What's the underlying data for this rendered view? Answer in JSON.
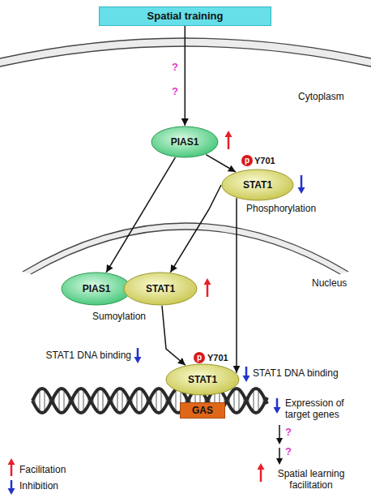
{
  "diagram": {
    "nodes": [
      {
        "text": [
          "Spatial training"
        ]
      },
      {
        "text": [
          "PIAS1"
        ]
      },
      {
        "text": [
          "p",
          "Y701",
          "STAT1",
          "Phosphorylation"
        ]
      },
      {
        "text": [
          "PIAS1"
        ]
      },
      {
        "text": [
          "STAT1"
        ]
      },
      {
        "text": [
          "p",
          "Y701",
          "STAT1"
        ]
      },
      {
        "text": [
          "GAS"
        ]
      }
    ],
    "edges": [
      {
        "from": 0,
        "to": 1,
        "arrow": "to"
      },
      {
        "from": 1,
        "to": 2,
        "arrow": "to"
      },
      {
        "from": 1,
        "to": 3,
        "arrow": "to"
      },
      {
        "from": 2,
        "to": 4,
        "arrow": "to"
      },
      {
        "from": 2,
        "to": 5,
        "arrow": "to"
      },
      {
        "from": 4,
        "to": 5,
        "arrow": "to"
      }
    ],
    "labels": [
      "?",
      "?",
      "Cytoplasm",
      "Nucleus",
      "Sumoylation",
      "STAT1 DNA binding",
      "STAT1 DNA binding",
      "Expression of target genes",
      "?",
      "?",
      "Spatial learning facilitation"
    ],
    "legend": [
      {
        "text": "Facilitation"
      },
      {
        "text": "Inhibition"
      }
    ]
  }
}
